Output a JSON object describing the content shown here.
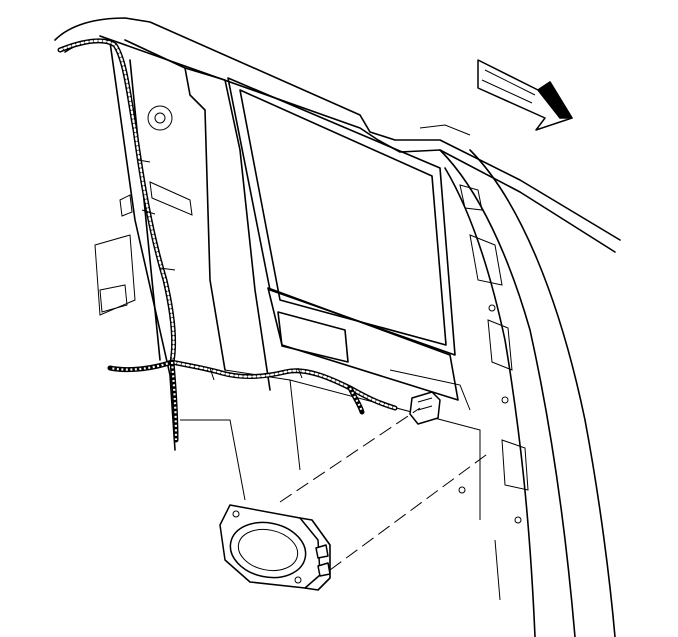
{
  "diagram": {
    "labels": [],
    "colors": {
      "line": "#000000",
      "background": "#ffffff",
      "arrow_shade": "#000000"
    },
    "icons": [
      "direction-arrow",
      "speaker-assembly",
      "wiring-harness",
      "speaker-connector"
    ]
  }
}
